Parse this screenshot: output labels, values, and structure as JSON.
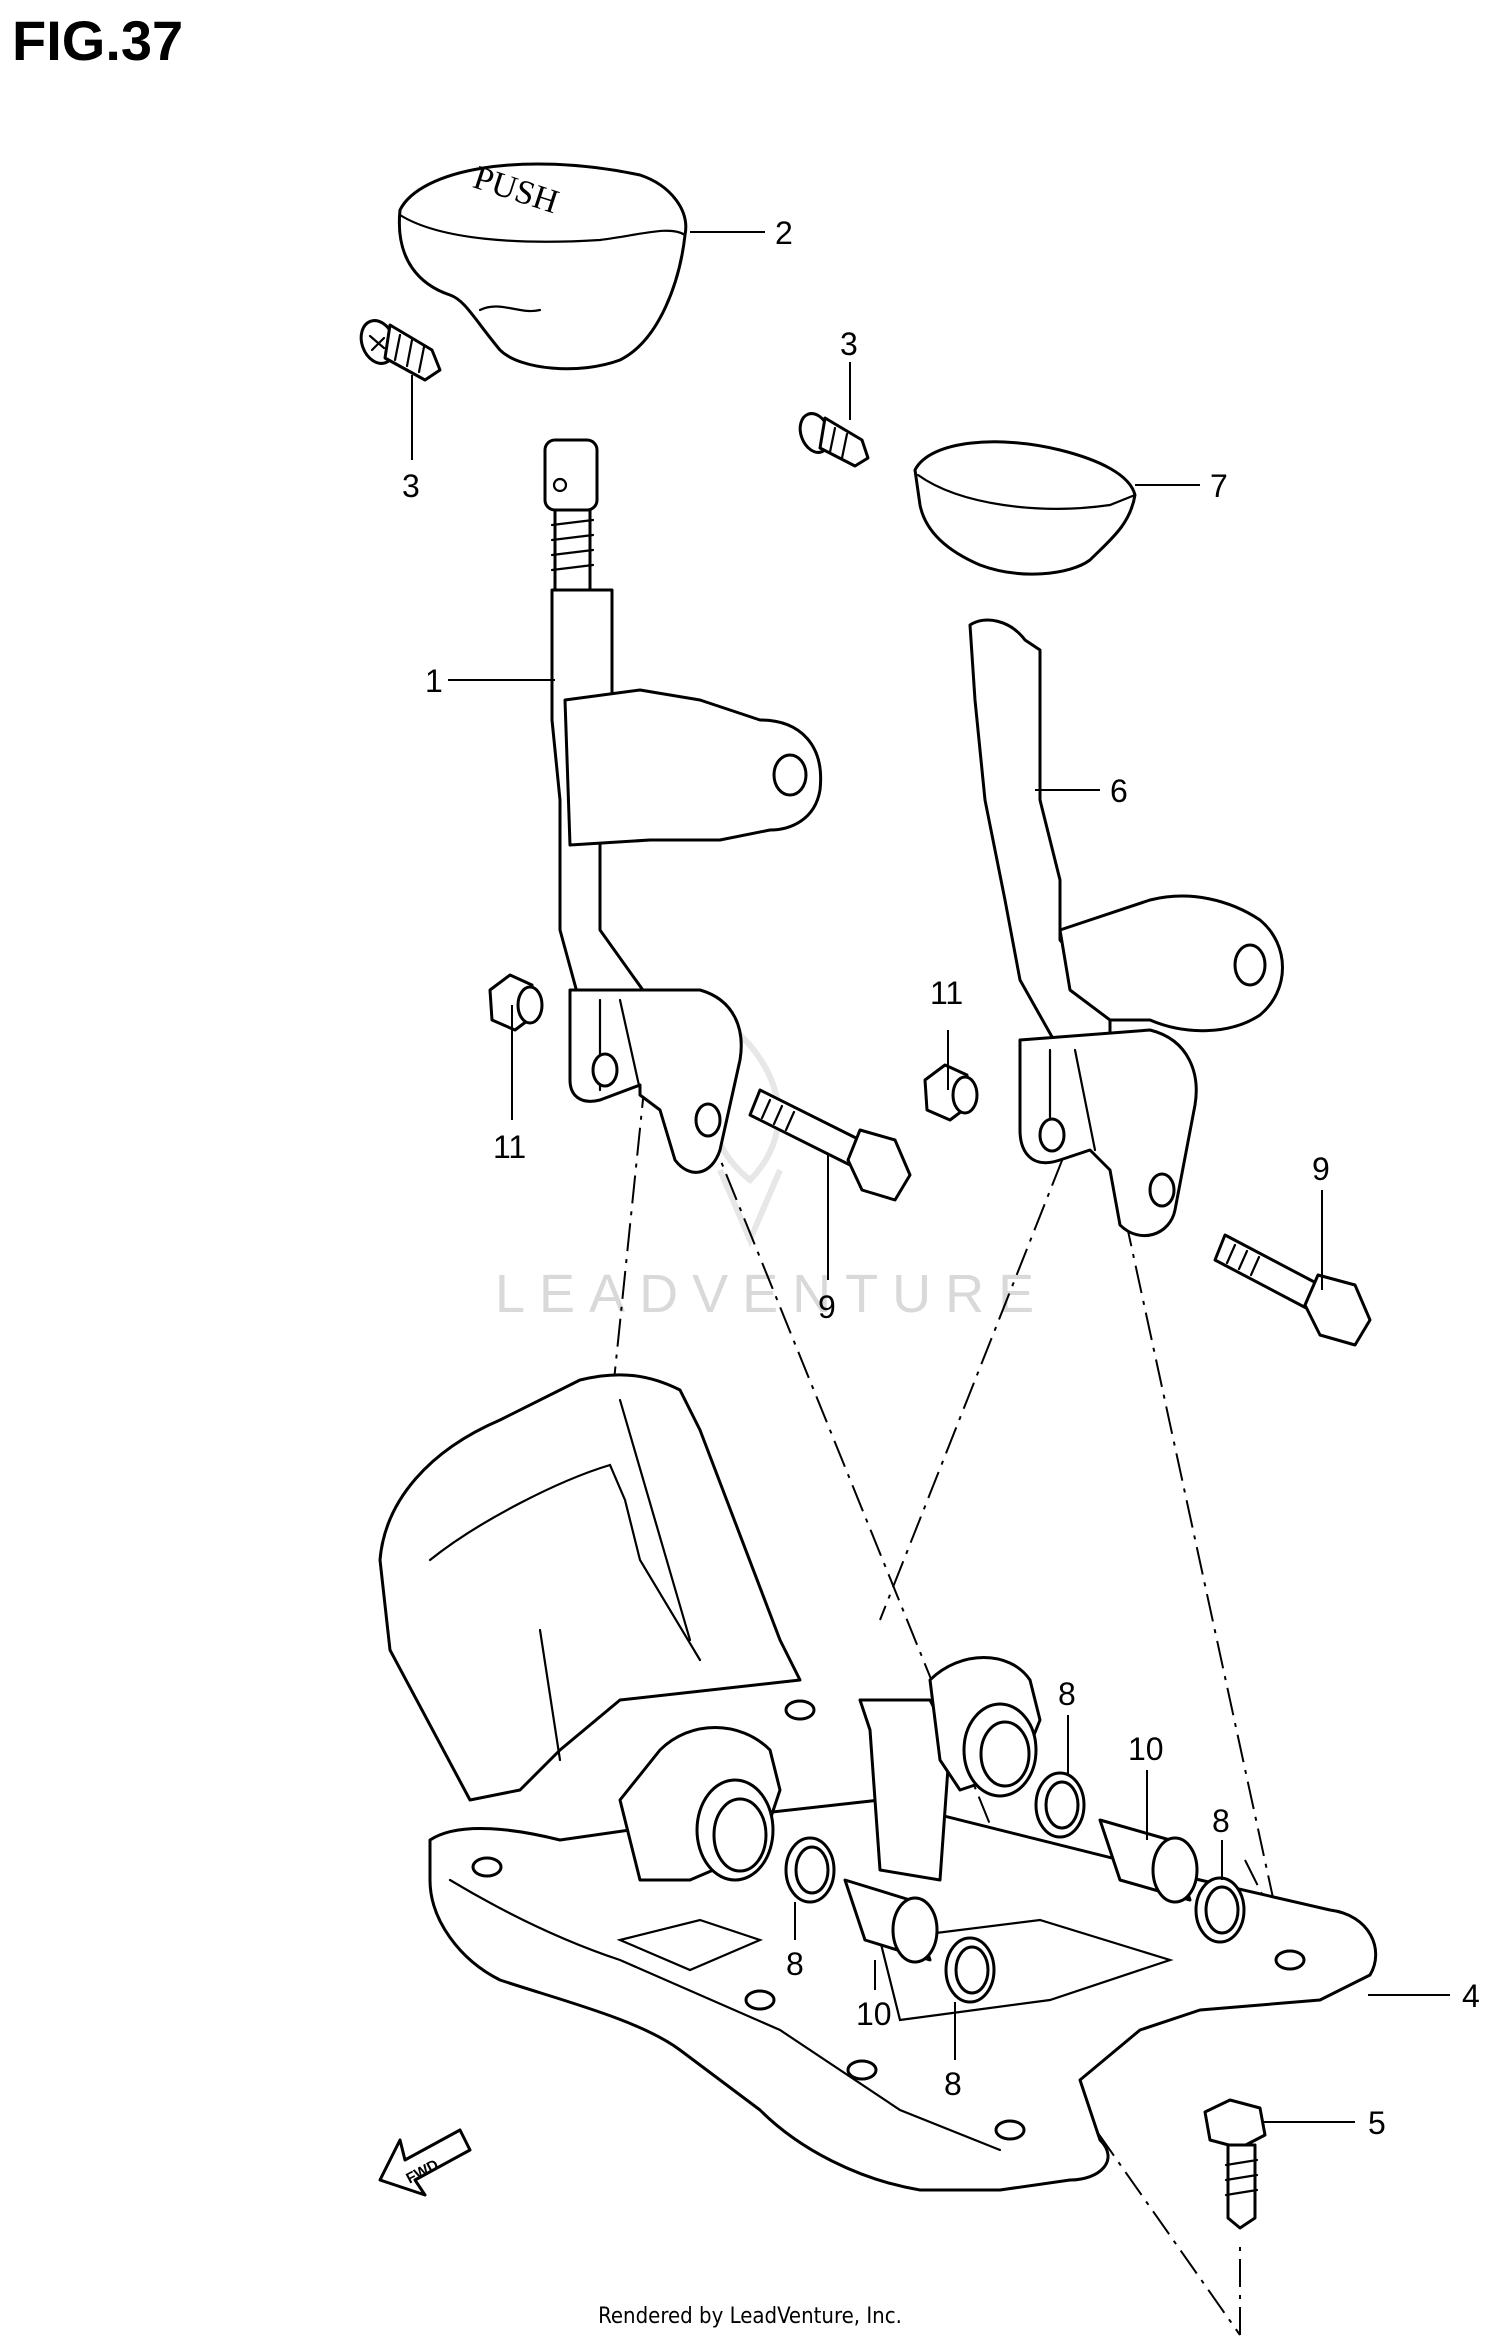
{
  "figure": {
    "title": "FIG.37"
  },
  "watermark": {
    "text": "LEADVENTURE"
  },
  "knob_lettering": "PUSH",
  "fwd_label": "FWD",
  "footer": {
    "text": "Rendered by LeadVenture, Inc."
  },
  "callouts": [
    {
      "id": "callout-1",
      "label": "1"
    },
    {
      "id": "callout-2",
      "label": "2"
    },
    {
      "id": "callout-3a",
      "label": "3"
    },
    {
      "id": "callout-3b",
      "label": "3"
    },
    {
      "id": "callout-4",
      "label": "4"
    },
    {
      "id": "callout-5",
      "label": "5"
    },
    {
      "id": "callout-6",
      "label": "6"
    },
    {
      "id": "callout-7",
      "label": "7"
    },
    {
      "id": "callout-8a",
      "label": "8"
    },
    {
      "id": "callout-8b",
      "label": "8"
    },
    {
      "id": "callout-8c",
      "label": "8"
    },
    {
      "id": "callout-8d",
      "label": "8"
    },
    {
      "id": "callout-9a",
      "label": "9"
    },
    {
      "id": "callout-9b",
      "label": "9"
    },
    {
      "id": "callout-10a",
      "label": "10"
    },
    {
      "id": "callout-10b",
      "label": "10"
    },
    {
      "id": "callout-11a",
      "label": "11"
    },
    {
      "id": "callout-11b",
      "label": "11"
    }
  ]
}
